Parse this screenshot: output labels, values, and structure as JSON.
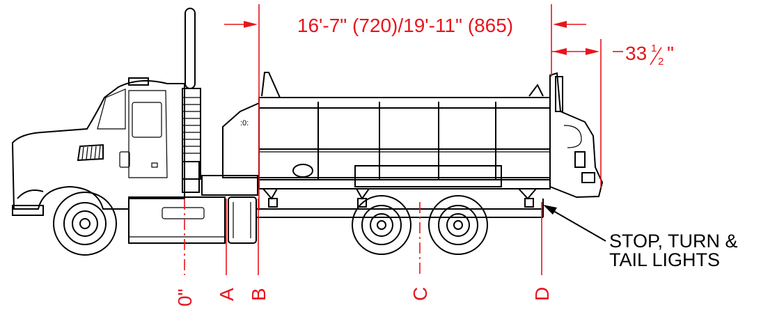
{
  "dimensions": {
    "body_length": "16'-7\" (720)/19'-11\" (865)",
    "overhang_whole": "33",
    "overhang_numerator": "1",
    "overhang_denominator": "2",
    "overhang_unit": "\""
  },
  "callout": {
    "line1": "STOP, TURN &",
    "line2": "TAIL LIGHTS"
  },
  "reference_lines": {
    "zero": "0\"",
    "a": "A",
    "b": "B",
    "c": "C",
    "d": "D"
  },
  "colors": {
    "dimension": "#e8141c",
    "outline": "#000000"
  }
}
